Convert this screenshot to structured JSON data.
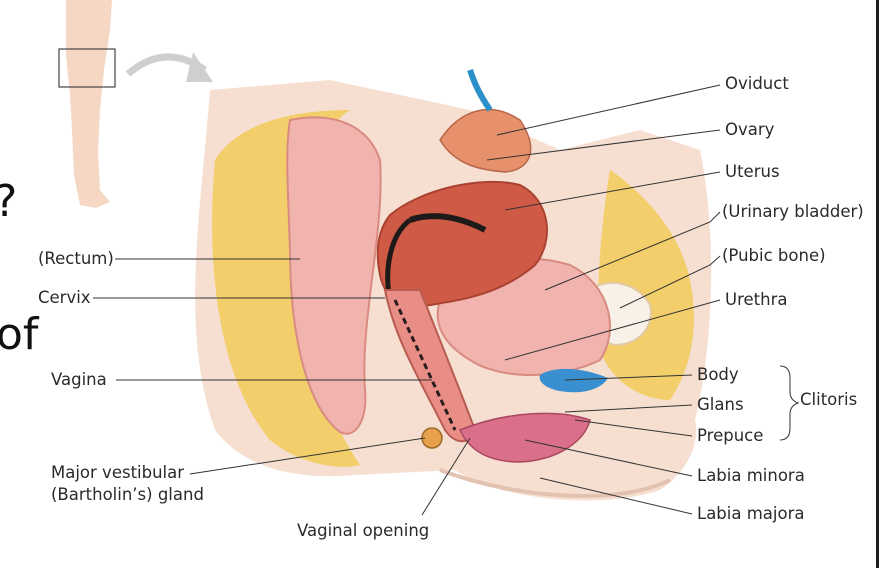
{
  "labels": {
    "oviduct": "Oviduct",
    "ovary": "Ovary",
    "uterus": "Uterus",
    "urinary_bladder": "(Urinary bladder)",
    "pubic_bone": "(Pubic bone)",
    "urethra": "Urethra",
    "body": "Body",
    "glans": "Glans",
    "prepuce": "Prepuce",
    "clitoris": "Clitoris",
    "labia_minora": "Labia minora",
    "labia_majora": "Labia majora",
    "rectum": "(Rectum)",
    "cervix": "Cervix",
    "vagina": "Vagina",
    "gland_line1": "Major vestibular",
    "gland_line2": "(Bartholin’s) gland",
    "vaginal_opening": "Vaginal opening"
  },
  "slide_text": {
    "fragment_q": "?",
    "fragment_of": "of"
  },
  "colors": {
    "label_text": "#2a2a2a",
    "leader_line": "#333333",
    "fat": "#f2cf6b",
    "tissue": "#f0b3ad",
    "uterus": "#cf5a45",
    "muscle": "#e98e86",
    "clitoris_blue": "#3a8fd0",
    "skin": "#f6dfd1",
    "arrow": "#cfcfcf"
  }
}
